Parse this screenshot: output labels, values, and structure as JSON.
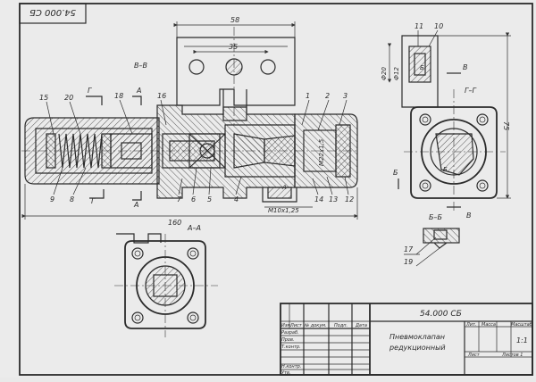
{
  "stamp_code": "54.000 СБ",
  "section_labels": {
    "bb": "В–В",
    "aa": "А–А",
    "gg": "Г–Г",
    "bb_small": "Б–Б",
    "cut_a": "А",
    "cut_g": "Г",
    "cut_b": "Б",
    "cut_v": "В"
  },
  "dimensions": {
    "d58": "58",
    "d35": "35",
    "d160": "160",
    "d75": "75",
    "d_phi20": "Ф20",
    "d_phi12": "Ф12",
    "thread_m22": "М22х1,5",
    "thread_m10": "М10х1,25"
  },
  "callouts": {
    "c1": "1",
    "c2": "2",
    "c3": "3",
    "c4": "4",
    "c5": "5",
    "c6": "6",
    "c7": "7",
    "c8": "8",
    "c9": "9",
    "c10": "10",
    "c11": "11",
    "c12": "12",
    "c13": "13",
    "c14": "14",
    "c15": "15",
    "c16": "16",
    "c17": "17",
    "c18": "18",
    "c19": "19",
    "c20": "20"
  },
  "title_block": {
    "code": "54.000 СБ",
    "name_line1": "Пневмоклапан",
    "name_line2": "редукционный",
    "col_lit": "Лит.",
    "col_mass": "Масса",
    "col_scale": "Масштаб",
    "scale": "1:1",
    "sheet": "Лист",
    "sheets": "Листов 1",
    "hdr_izm": "Изм.",
    "hdr_list": "Лист",
    "hdr_docnum": "№ докум.",
    "hdr_sign": "Подп.",
    "hdr_date": "Дата",
    "row_razrab": "Разраб.",
    "row_prov": "Пров.",
    "row_tkontr": "Т.контр.",
    "row_nkontr": "Н.контр.",
    "row_utv": "Утв."
  }
}
